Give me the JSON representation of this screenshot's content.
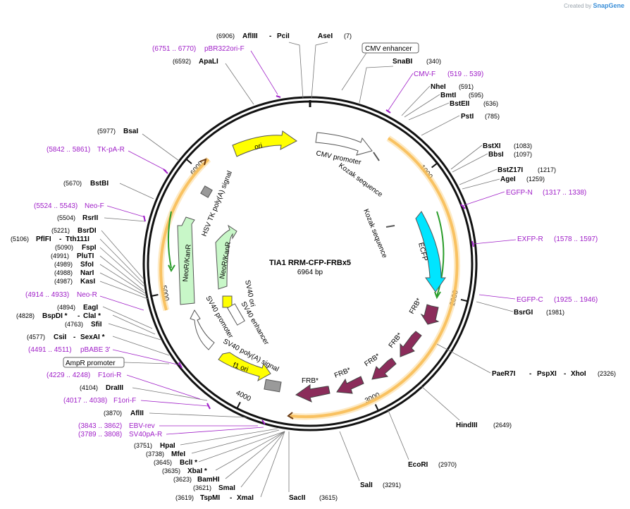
{
  "credit": {
    "text": "Created by",
    "brand": "SnapGene"
  },
  "plasmid": {
    "name": "TIA1 RRM-CFP-FRBx5",
    "size": "6964 bp",
    "length": 6964
  },
  "ticks": [
    "1000",
    "2000",
    "3000",
    "4000",
    "5000",
    "6000"
  ],
  "enzymes": [
    {
      "name": "AflIII",
      "pos": "(6906)"
    },
    {
      "name": "PciI",
      "pos": ""
    },
    {
      "name": "AseI",
      "pos": "(7)"
    },
    {
      "name": "SnaBI",
      "pos": "(340)"
    },
    {
      "name": "NheI",
      "pos": "(591)"
    },
    {
      "name": "BmtI",
      "pos": "(595)"
    },
    {
      "name": "BstEII",
      "pos": "(636)"
    },
    {
      "name": "PstI",
      "pos": "(785)"
    },
    {
      "name": "BstXI",
      "pos": "(1083)"
    },
    {
      "name": "BbsI",
      "pos": "(1097)"
    },
    {
      "name": "BstZ17I",
      "pos": "(1217)"
    },
    {
      "name": "AgeI",
      "pos": "(1259)"
    },
    {
      "name": "BsrGI",
      "pos": "(1981)"
    },
    {
      "name": "PaeR7I",
      "pos": ""
    },
    {
      "name": "PspXI",
      "pos": ""
    },
    {
      "name": "XhoI",
      "pos": "(2326)"
    },
    {
      "name": "HindIII",
      "pos": "(2649)"
    },
    {
      "name": "EcoRI",
      "pos": "(2970)"
    },
    {
      "name": "SalI",
      "pos": "(3291)"
    },
    {
      "name": "SacII",
      "pos": "(3615)"
    },
    {
      "name": "TspMI",
      "pos": "(3619)"
    },
    {
      "name": "XmaI",
      "pos": ""
    },
    {
      "name": "SmaI",
      "pos": "(3621)"
    },
    {
      "name": "BamHI",
      "pos": "(3623)"
    },
    {
      "name": "XbaI *",
      "pos": "(3635)"
    },
    {
      "name": "BclI *",
      "pos": "(3645)"
    },
    {
      "name": "MfeI",
      "pos": "(3738)"
    },
    {
      "name": "HpaI",
      "pos": "(3751)"
    },
    {
      "name": "AflII",
      "pos": "(3870)"
    },
    {
      "name": "DraIII",
      "pos": "(4104)"
    },
    {
      "name": "CsiI",
      "pos": "(4577)"
    },
    {
      "name": "SexAI *",
      "pos": ""
    },
    {
      "name": "SfiI",
      "pos": "(4763)"
    },
    {
      "name": "BspDI *",
      "pos": "(4828)"
    },
    {
      "name": "ClaI *",
      "pos": ""
    },
    {
      "name": "EagI",
      "pos": "(4894)"
    },
    {
      "name": "KasI",
      "pos": "(4987)"
    },
    {
      "name": "NarI",
      "pos": "(4988)"
    },
    {
      "name": "SfoI",
      "pos": "(4989)"
    },
    {
      "name": "PluTI",
      "pos": "(4991)"
    },
    {
      "name": "FspI",
      "pos": "(5090)"
    },
    {
      "name": "PflFI",
      "pos": "(5106)"
    },
    {
      "name": "Tth111I",
      "pos": ""
    },
    {
      "name": "BsrDI",
      "pos": "(5221)"
    },
    {
      "name": "RsrII",
      "pos": "(5504)"
    },
    {
      "name": "BstBI",
      "pos": "(5670)"
    },
    {
      "name": "BsaI",
      "pos": "(5977)"
    },
    {
      "name": "ApaLI",
      "pos": "(6592)"
    }
  ],
  "primers": [
    {
      "name": "pBR322ori-F",
      "range": "(6751 .. 6770)"
    },
    {
      "name": "CMV-F",
      "range": "(519 .. 539)"
    },
    {
      "name": "EGFP-N",
      "range": "(1317 .. 1338)"
    },
    {
      "name": "EXFP-R",
      "range": "(1578 .. 1597)"
    },
    {
      "name": "EGFP-C",
      "range": "(1925 .. 1946)"
    },
    {
      "name": "pBABE 3'",
      "range": "(4491 .. 4511)"
    },
    {
      "name": "F1ori-R",
      "range": "(4229 .. 4248)"
    },
    {
      "name": "F1ori-F",
      "range": "(4017 .. 4038)"
    },
    {
      "name": "EBV-rev",
      "range": "(3843 .. 3862)"
    },
    {
      "name": "SV40pA-R",
      "range": "(3789 .. 3808)"
    },
    {
      "name": "Neo-R",
      "range": "(4914 .. 4933)"
    },
    {
      "name": "Neo-F",
      "range": "(5524 .. 5543)"
    },
    {
      "name": "TK-pA-R",
      "range": "(5842 .. 5861)"
    }
  ],
  "features": {
    "cmv_enhancer": "CMV enhancer",
    "ampr_promoter": "AmpR promoter",
    "cmv_promoter": "CMV promoter",
    "kozak1": "Kozak sequence",
    "kozak2": "Kozak sequence",
    "ecfp": "ECFP",
    "frb": "FRB*",
    "ori": "ori",
    "hsv_tk": "HSV TK poly(A) signal",
    "neokan": "NeoR/KanR",
    "sv40_ori": "SV40 ori",
    "sv40_enh": "SV40 enhancer",
    "sv40_prom": "SV40 promoter",
    "sv40_polya": "SV40 poly(A) signal",
    "f1_ori": "f1 ori"
  },
  "colors": {
    "ecfp": "#00e5ff",
    "frb": "#8b2c5a",
    "ori": "#ffff00",
    "neo": "#c8f7c8",
    "primer": "#a020c8",
    "orf": "#f5a623",
    "gray": "#9a9a9a"
  }
}
